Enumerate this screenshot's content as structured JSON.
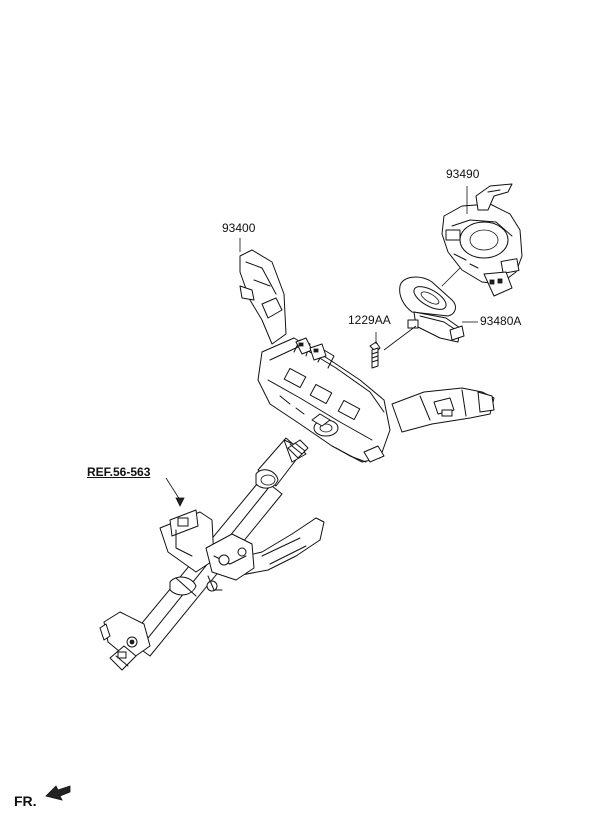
{
  "diagram": {
    "parts": {
      "p93490": {
        "number": "93490"
      },
      "p93400": {
        "number": "93400"
      },
      "p1229AA": {
        "number": "1229AA"
      },
      "p93480A": {
        "number": "93480A"
      }
    },
    "reference": {
      "label": "REF.56-563"
    },
    "direction": {
      "label": "FR."
    }
  }
}
